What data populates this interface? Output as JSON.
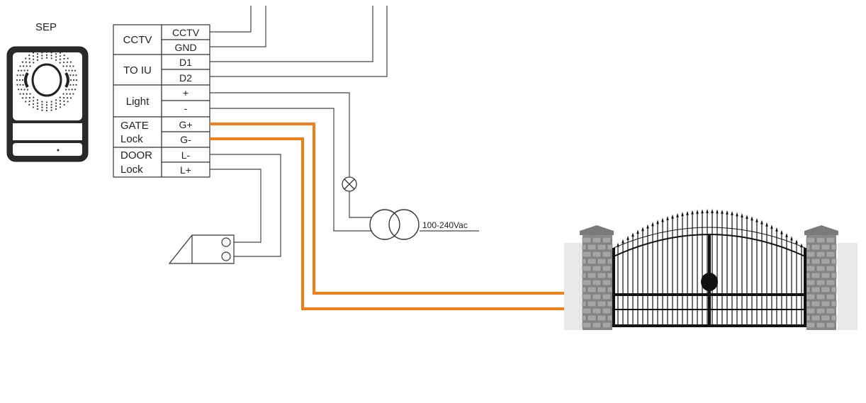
{
  "device": {
    "label": "SEP"
  },
  "terminal_block": {
    "groups": [
      {
        "name": "CCTV",
        "terminals": [
          "CCTV",
          "GND"
        ]
      },
      {
        "name": "TO IU",
        "terminals": [
          "D1",
          "D2"
        ]
      },
      {
        "name": "Light",
        "terminals": [
          "+",
          "-"
        ]
      },
      {
        "name_line1": "GATE",
        "name_line2": "Lock",
        "terminals": [
          "G+",
          "G-"
        ]
      },
      {
        "name_line1": "DOOR",
        "name_line2": "Lock",
        "terminals": [
          "L-",
          "L+"
        ]
      }
    ]
  },
  "power_supply": {
    "label": "100-240Vac"
  },
  "colors": {
    "gate_wire": "#ef7f1a",
    "wire": "#444444"
  }
}
